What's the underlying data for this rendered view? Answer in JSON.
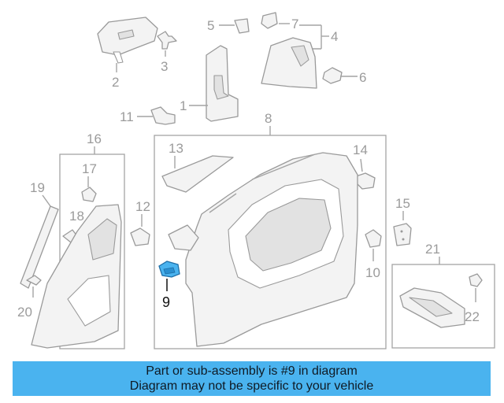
{
  "callouts": {
    "c1": "1",
    "c2": "2",
    "c3": "3",
    "c4": "4",
    "c5": "5",
    "c6": "6",
    "c7": "7",
    "c8": "8",
    "c9": "9",
    "c10": "10",
    "c11": "11",
    "c12": "12",
    "c13": "13",
    "c14": "14",
    "c15": "15",
    "c16": "16",
    "c17": "17",
    "c18": "18",
    "c19": "19",
    "c20": "20",
    "c21": "21",
    "c22": "22"
  },
  "highlight": {
    "part_number": "9",
    "color": "#4ab3ef"
  },
  "banner": {
    "line1": "Part or sub-assembly is #9 in diagram",
    "line2": "Diagram may not be specific to your vehicle",
    "background": "#4ab3ef"
  }
}
